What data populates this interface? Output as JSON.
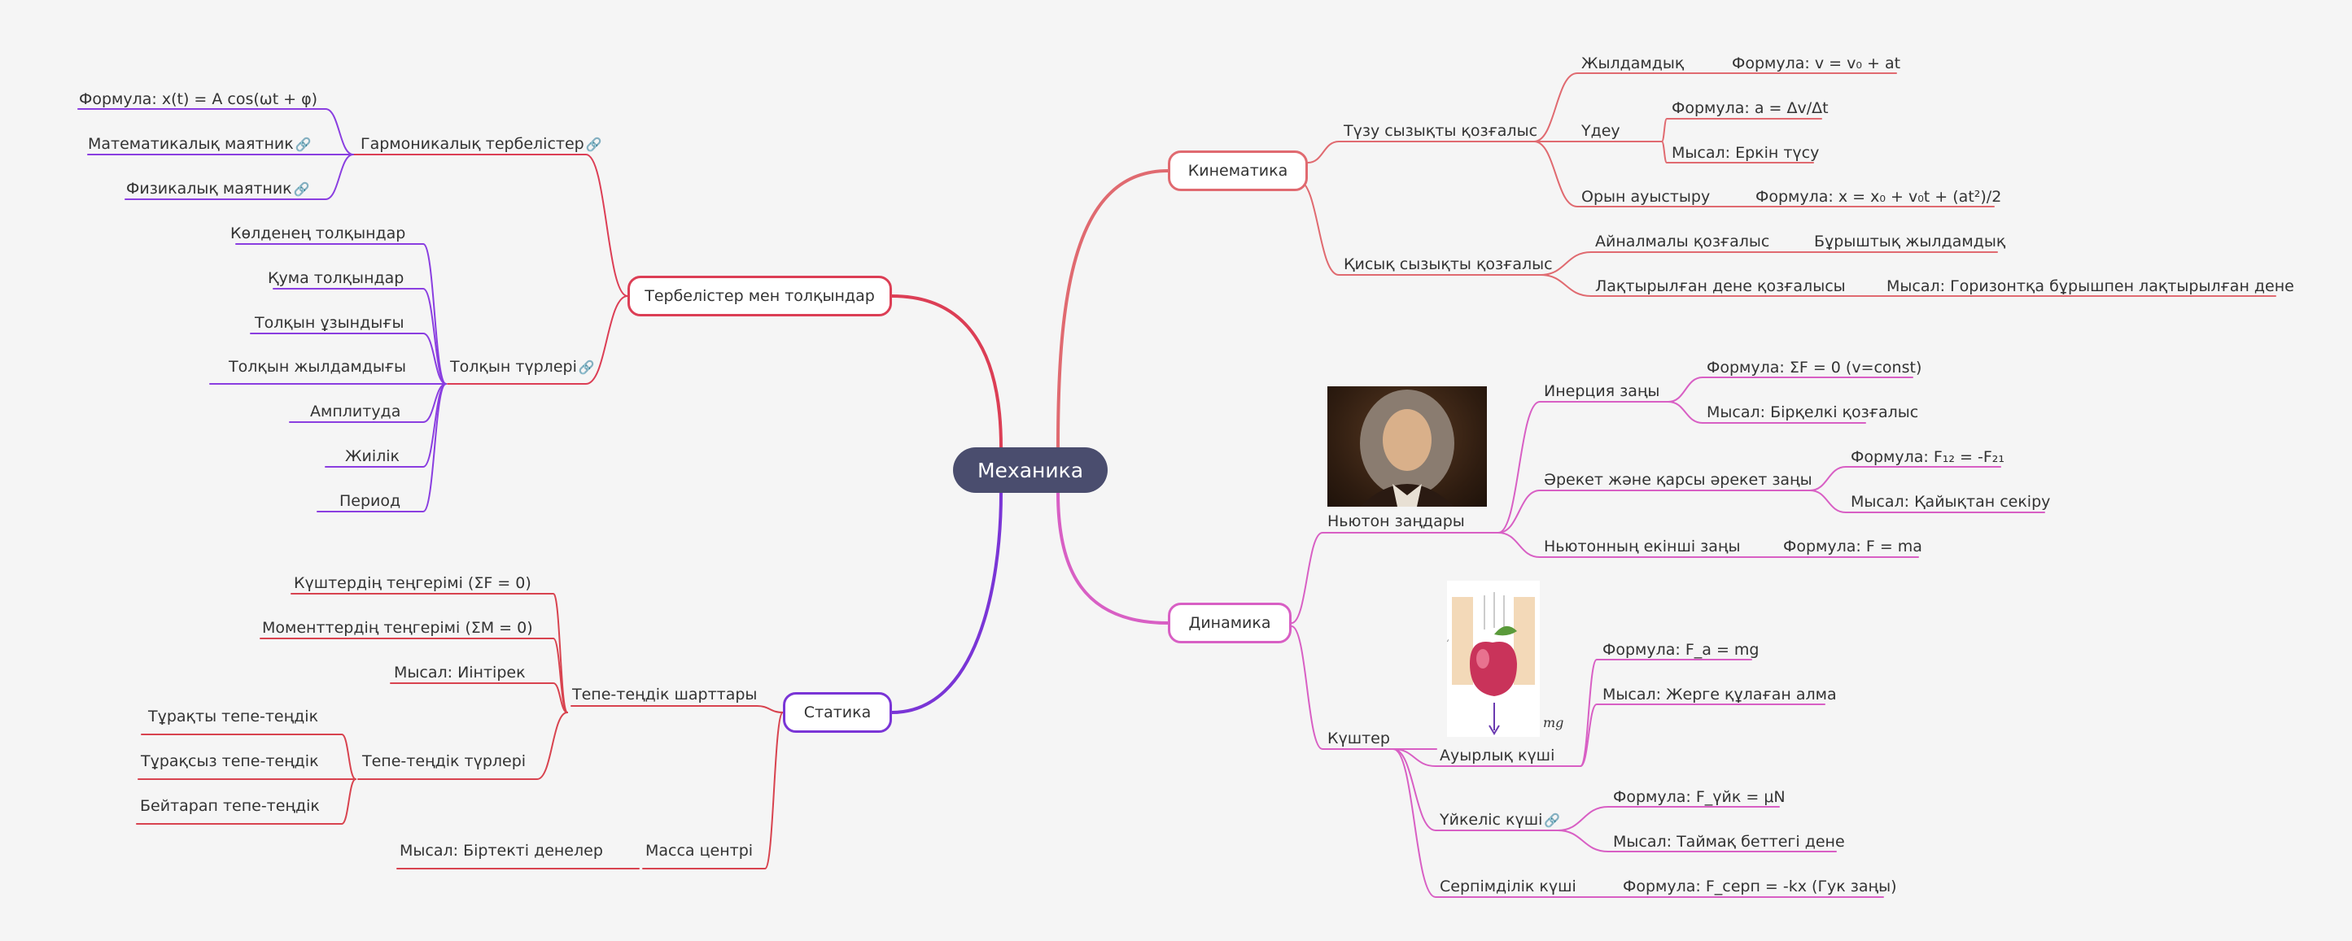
{
  "root": {
    "label": "Механика"
  },
  "colors": {
    "kinematics": "#e06a70",
    "dynamics": "#d85fc4",
    "oscillations": "#dc3e55",
    "statics": "#7a35d6",
    "oscillations_leaf": "#8a3ee0",
    "statics_leaf": "#d8434f",
    "background": "#f5f5f5",
    "root_fill": "#4a4d6e"
  },
  "branches": {
    "kinematics": {
      "label": "Кинематика",
      "rectilinear": {
        "label": "Түзу сызықты қозғалыс",
        "velocity": {
          "label": "Жылдамдық",
          "formula": "Формула: v = v₀ + at"
        },
        "acceleration": {
          "label": "Үдеу",
          "formula": "Формула: a = Δv/Δt",
          "example": "Мысал: Еркін түсу"
        },
        "displacement": {
          "label": "Орын ауыстыру",
          "formula": "Формула: x = x₀ + v₀t + (at²)/2"
        }
      },
      "curvilinear": {
        "label": "Қисық сызықты қозғалыс",
        "rotation": {
          "label": "Айналмалы қозғалыс",
          "detail": "Бұрыштық жылдамдық"
        },
        "projectile": {
          "label": "Лақтырылған дене қозғалысы",
          "example": "Мысал: Горизонтқа бұрышпен лақтырылған дене"
        }
      }
    },
    "dynamics": {
      "label": "Динамика",
      "newton": {
        "label": "Ньютон заңдары",
        "image": "isaac-newton-portrait",
        "inertia": {
          "label": "Инерция заңы",
          "formula": "Формула: ΣF = 0 (v=const)",
          "example": "Мысал: Бірқелкі қозғалыс"
        },
        "action": {
          "label": "Әрекет және қарсы әрекет заңы",
          "formula": "Формула: F₁₂ = -F₂₁",
          "example": "Мысал: Қайықтан секіру"
        },
        "second": {
          "label": "Ньютонның екінші заңы",
          "formula": "Формула: F = ma"
        }
      },
      "forces": {
        "label": "Күштер",
        "gravity": {
          "label": "Ауырлық күші",
          "image": "falling-apple-gravity",
          "vector_label": "mg",
          "formula": "Формула: F_a = mg",
          "example": "Мысал: Жерге құлаған алма"
        },
        "friction": {
          "label": "Үйкеліс күші",
          "link_icon": "🔗",
          "formula": "Формула: F_үйк = μN",
          "example": "Мысал: Таймақ беттегі дене"
        },
        "elastic": {
          "label": "Серпімділік күші",
          "formula": "Формула: F_серп = -kx (Гук заңы)"
        }
      }
    },
    "oscillations": {
      "label": "Тербелістер мен толқындар",
      "harmonic": {
        "label": "Гармоникалық тербелістер",
        "link_icon": "🔗",
        "formula": "Формула: x(t) = A cos(ωt + φ)",
        "math_pendulum": "Математикалық маятник",
        "phys_pendulum": "Физикалық маятник"
      },
      "waves": {
        "label": "Толқын түрлері",
        "link_icon": "🔗",
        "items": [
          "Көлденең толқындар",
          "Қума толқындар",
          "Толқын ұзындығы",
          "Толқын жылдамдығы",
          "Амплитуда",
          "Жиілік",
          "Период"
        ]
      }
    },
    "statics": {
      "label": "Статика",
      "equilibrium": {
        "label": "Тепе-теңдік шарттары",
        "forces_balance": "Күштердің теңгерімі (ΣF = 0)",
        "moments_balance": "Моменттердің теңгерімі (ΣM = 0)",
        "example": "Мысал: Иінтірек",
        "types": {
          "label": "Тепе-теңдік түрлері",
          "items": [
            "Тұрақты тепе-теңдік",
            "Тұрақсыз тепе-теңдік",
            "Бейтарап тепе-теңдік"
          ]
        }
      },
      "mass_center": {
        "label": "Масса центрі",
        "example": "Мысал: Біртекті денелер"
      }
    }
  }
}
